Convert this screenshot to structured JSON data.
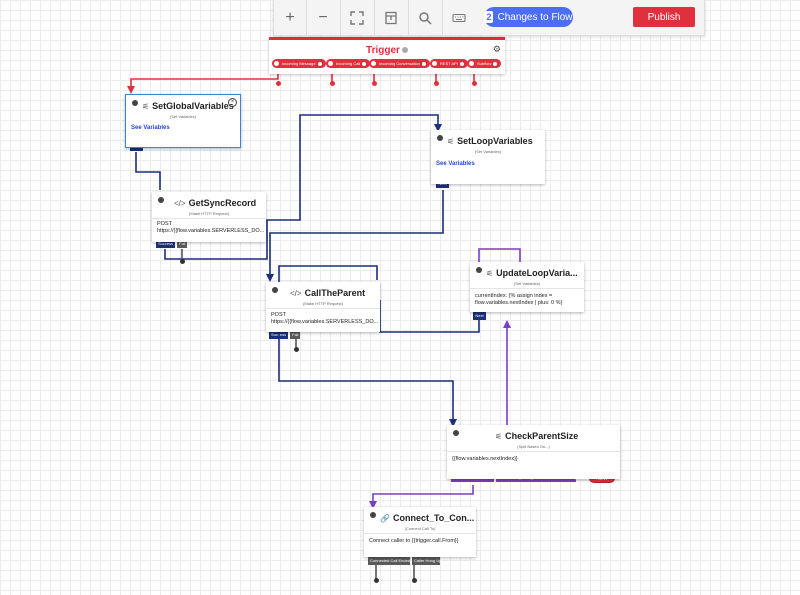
{
  "toolbar": {
    "zoom_in": "+",
    "zoom_out": "−",
    "fit_icon": "fullscreen-icon",
    "layout_icon": "layout-icon",
    "search_icon": "search-icon",
    "keyboard_icon": "keyboard-icon",
    "changes_count": "2",
    "changes_label": "Changes to Flow",
    "publish_label": "Publish"
  },
  "trigger": {
    "title": "Trigger",
    "chips": [
      "Incoming Message",
      "Incoming Call",
      "Incoming Conversation",
      "REST API",
      "Subflow"
    ]
  },
  "widgets": {
    "set_global": {
      "title": "SetGlobalVariables",
      "subtitle": "(Set Variables)",
      "link": "See Variables",
      "tags": [
        "Next"
      ]
    },
    "set_loop": {
      "title": "SetLoopVariables",
      "subtitle": "(Set Variables)",
      "link": "See Variables",
      "tags": [
        "Next"
      ]
    },
    "get_sync": {
      "title": "GetSyncRecord",
      "subtitle": "(Make HTTP Request)",
      "method": "POST",
      "url": "https://{{flow.variables.SERVERLESS_DO...",
      "tags": [
        "Success",
        "Fail"
      ]
    },
    "update_loop": {
      "title": "UpdateLoopVaria...",
      "subtitle": "(Set Variables)",
      "line1": "currentIndex: {% assign index =",
      "line2": "flow.variables.nextIndex | plus: 0 %}",
      "tags": [
        "Next"
      ]
    },
    "call_parent": {
      "title": "CallTheParent",
      "subtitle": "(Make HTTP Request)",
      "method": "POST",
      "url": "https://{{flow.variables.SERVERLESS_DO...",
      "tags": [
        "Success",
        "Fail"
      ]
    },
    "check_parent": {
      "title": "CheckParentSize",
      "subtitle": "(Split Based On...)",
      "body": "{{flow.variables.nextIndex}}",
      "tags": [
        "No Condition Matches",
        "If value less_than {{flow.variables.nextIndex}}"
      ],
      "new_badge": "NEW"
    },
    "connect_to": {
      "title": "Connect_To_Con...",
      "subtitle": "(Connect Call To)",
      "body": "Connect caller to {{trigger.call.From}}",
      "tags": [
        "Connected Call Ended",
        "Caller Hung Up"
      ]
    }
  },
  "colors": {
    "accent": "#4c6ef5",
    "publish": "#e0303e",
    "wire_navy": "#1c2f7a",
    "wire_purple": "#7a3fc4",
    "wire_red": "#e0303e"
  }
}
